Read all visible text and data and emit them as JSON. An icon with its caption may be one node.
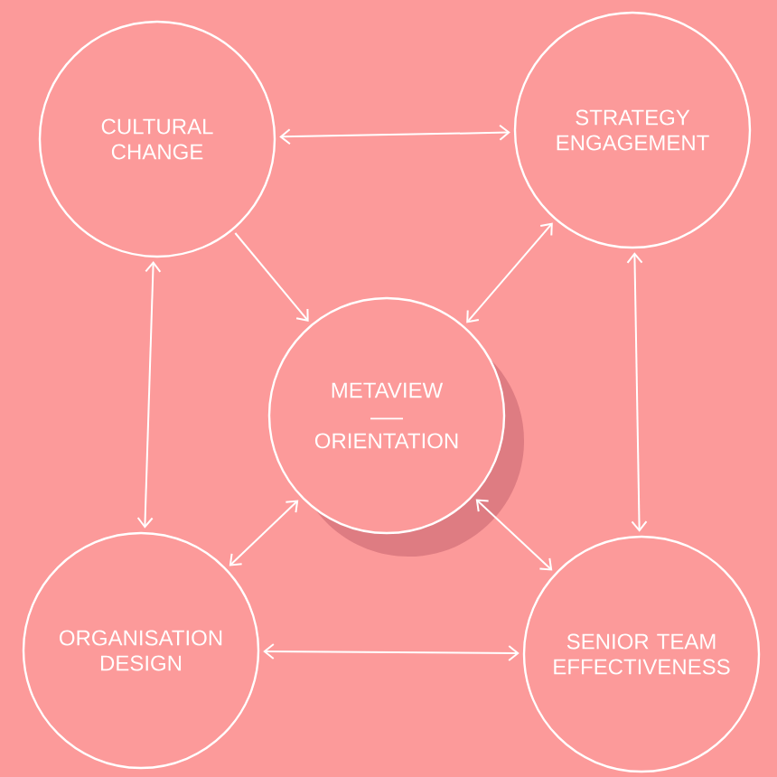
{
  "diagram": {
    "nodes": [
      {
        "text": [
          "CULTURAL CHANGE"
        ]
      },
      {
        "text": [
          "STRATEGY ENGAGEMENT"
        ]
      },
      {
        "text": [
          "METAVIEW",
          "ORIENTATION"
        ]
      },
      {
        "text": [
          "ORGANISATION DESIGN"
        ]
      },
      {
        "text": [
          "SENIOR TEAM EFFECTIVENESS"
        ]
      }
    ],
    "edges": [
      {
        "from": 0,
        "to": 1,
        "arrow": "both"
      },
      {
        "from": 0,
        "to": 2,
        "arrow": "to"
      },
      {
        "from": 1,
        "to": 2,
        "arrow": "both"
      },
      {
        "from": 0,
        "to": 3,
        "arrow": "both"
      },
      {
        "from": 1,
        "to": 4,
        "arrow": "both"
      },
      {
        "from": 3,
        "to": 2,
        "arrow": "both"
      },
      {
        "from": 2,
        "to": 4,
        "arrow": "both"
      },
      {
        "from": 3,
        "to": 4,
        "arrow": "both"
      }
    ]
  }
}
